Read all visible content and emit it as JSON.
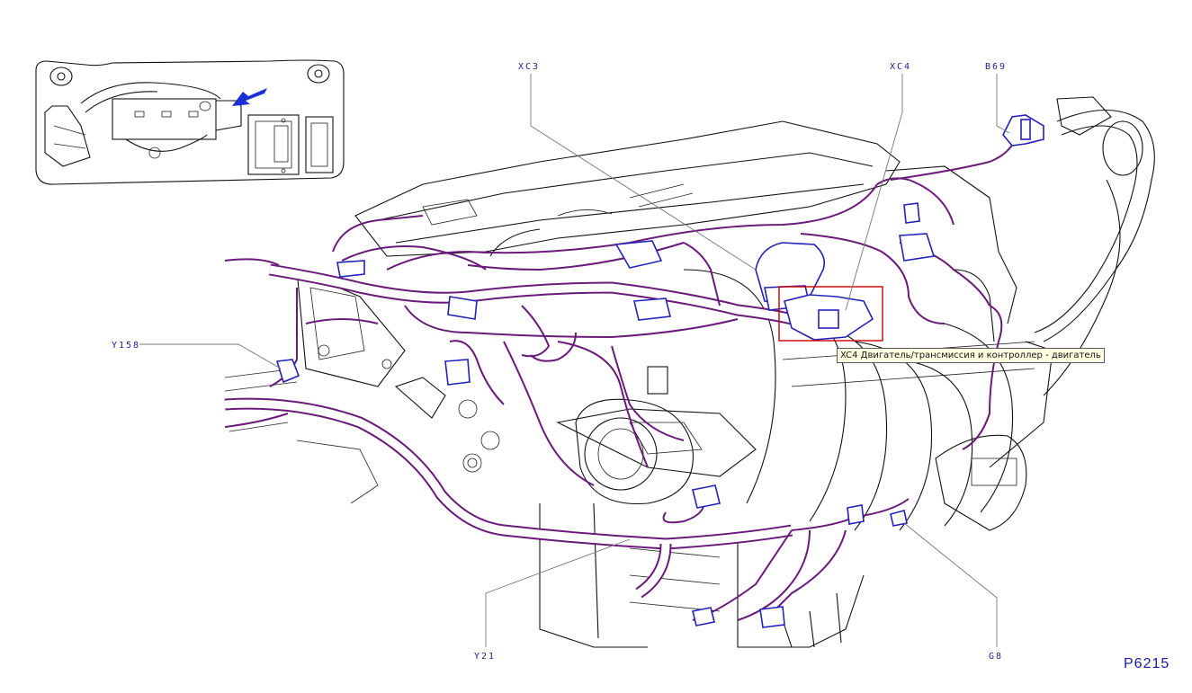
{
  "figure_id": "P6215",
  "callouts": {
    "xc3": "XC3",
    "xc4": "XC4",
    "b69": "B69",
    "y158": "Y158",
    "y21": "Y21",
    "g8": "G8"
  },
  "tooltip": {
    "text": "XC4 Двигатель/трансмиссия и контроллер - двигатель"
  },
  "colors": {
    "harness": "#6a1b7a",
    "connector": "#2222bb",
    "highlight": "#cc0000",
    "arrow": "#1a2fd6",
    "label": "#1f1f8f"
  },
  "icons": {
    "inset_arrow": "arrow-icon"
  }
}
